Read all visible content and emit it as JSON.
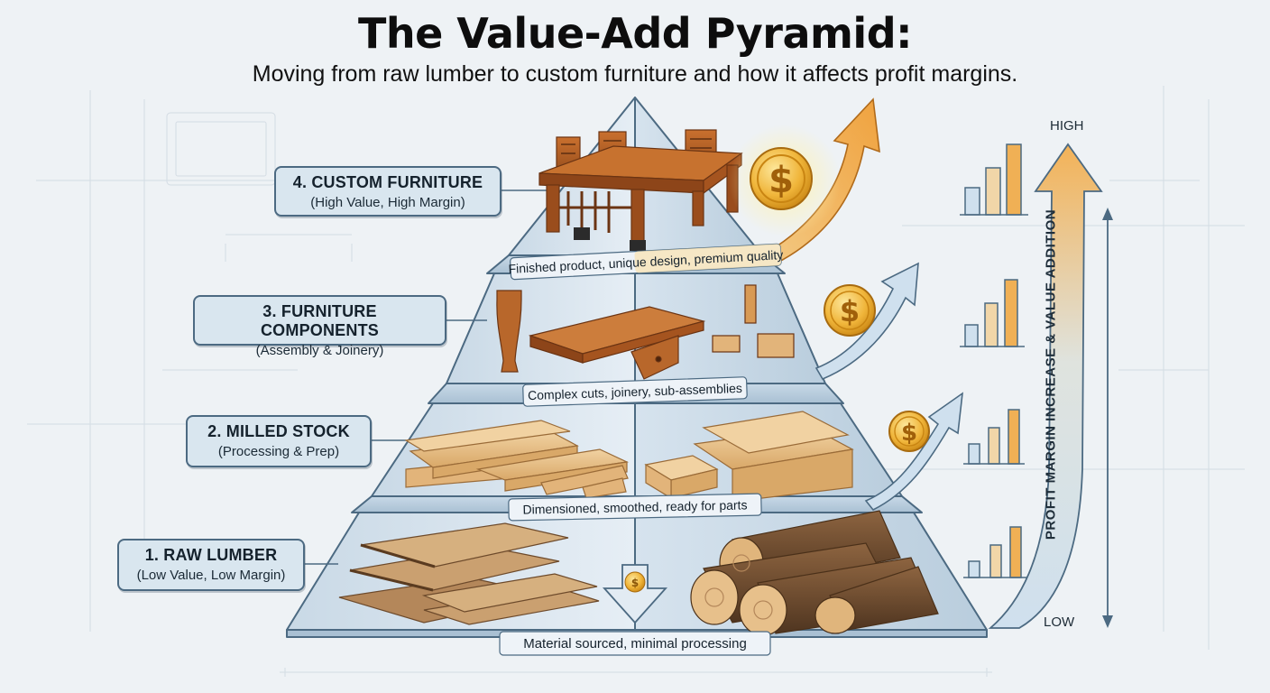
{
  "title": "The Value-Add Pyramid:",
  "subtitle": "Moving from raw lumber to custom furniture and how it affects profit margins.",
  "tiers": [
    {
      "name": "4. CUSTOM FURNITURE",
      "sub": "(High Value, High Margin)",
      "band": "Finished product, unique design, premium quality"
    },
    {
      "name": "3. FURNITURE COMPONENTS",
      "sub": "(Assembly & Joinery)",
      "band": "Complex cuts, joinery, sub-assemblies"
    },
    {
      "name": "2. MILLED STOCK",
      "sub": "(Processing & Prep)",
      "band": "Dimensioned, smoothed, ready for parts"
    },
    {
      "name": "1. RAW LUMBER",
      "sub": "(Low Value, Low Margin)",
      "band": "Material sourced, minimal processing"
    }
  ],
  "axis": {
    "high": "HIGH",
    "low": "LOW",
    "label": "PROFIT MARGIN INCREASE & VALUE ADDITION"
  },
  "colors": {
    "pyramid_face": "#dde8f1",
    "pyramid_edge": "#4c6a82",
    "wood_light": "#e7c08b",
    "wood_dark": "#a55a22",
    "gold": "#e9a531",
    "arrow_blue": "#cfe0ee",
    "arrow_orange": "#f0b055"
  },
  "icons": [
    "dollar-coin-icon",
    "growth-arrow-icon",
    "mini-bar-chart-icon",
    "dining-table-icon",
    "log-pile-icon",
    "plank-stack-icon"
  ]
}
